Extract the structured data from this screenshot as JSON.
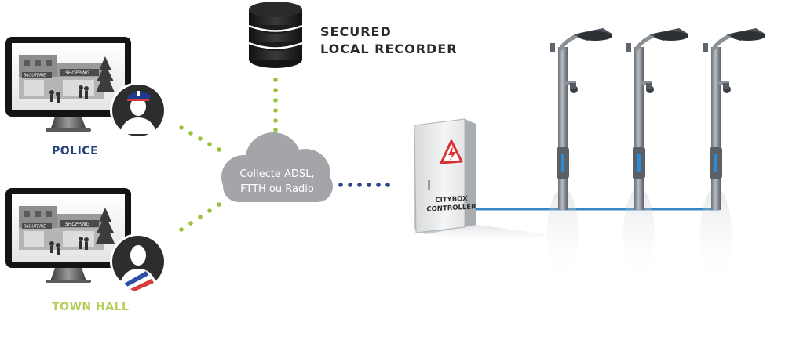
{
  "recorder": {
    "line1": "SECURED",
    "line2": "LOCAL RECORDER",
    "icon": "database-icon"
  },
  "police": {
    "label": "POLICE",
    "color": "#27407a",
    "shop_signs": [
      "BIJOUTERIE",
      "SHOPPING"
    ]
  },
  "town_hall": {
    "label": "TOWN HALL",
    "color": "#b5cf5a",
    "shop_signs": [
      "BIJOUTERIE",
      "SHOPPING"
    ]
  },
  "cloud": {
    "line1": "Collecte ADSL,",
    "line2": "FTTH ou Radio",
    "color": "#a3a5a8"
  },
  "controller": {
    "line1": "CITYBOX",
    "line2": "CONTROLLER",
    "warning_icon": "high-voltage-warning-icon"
  },
  "links": {
    "green_dot_color": "#99c23b",
    "blue_dot_color": "#2b4585",
    "cable_color": "#3a86c2"
  },
  "streetlights": {
    "count": 3,
    "icon": "street-lamp-icon"
  }
}
